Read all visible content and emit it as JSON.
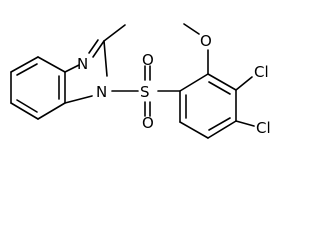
{
  "molecule": {
    "atoms": {
      "N3": "N",
      "N1": "N",
      "S": "S",
      "O_upper": "O",
      "O_lower": "O",
      "O_methoxy": "O",
      "Cl_meta": "Cl",
      "Cl_para": "Cl"
    }
  }
}
